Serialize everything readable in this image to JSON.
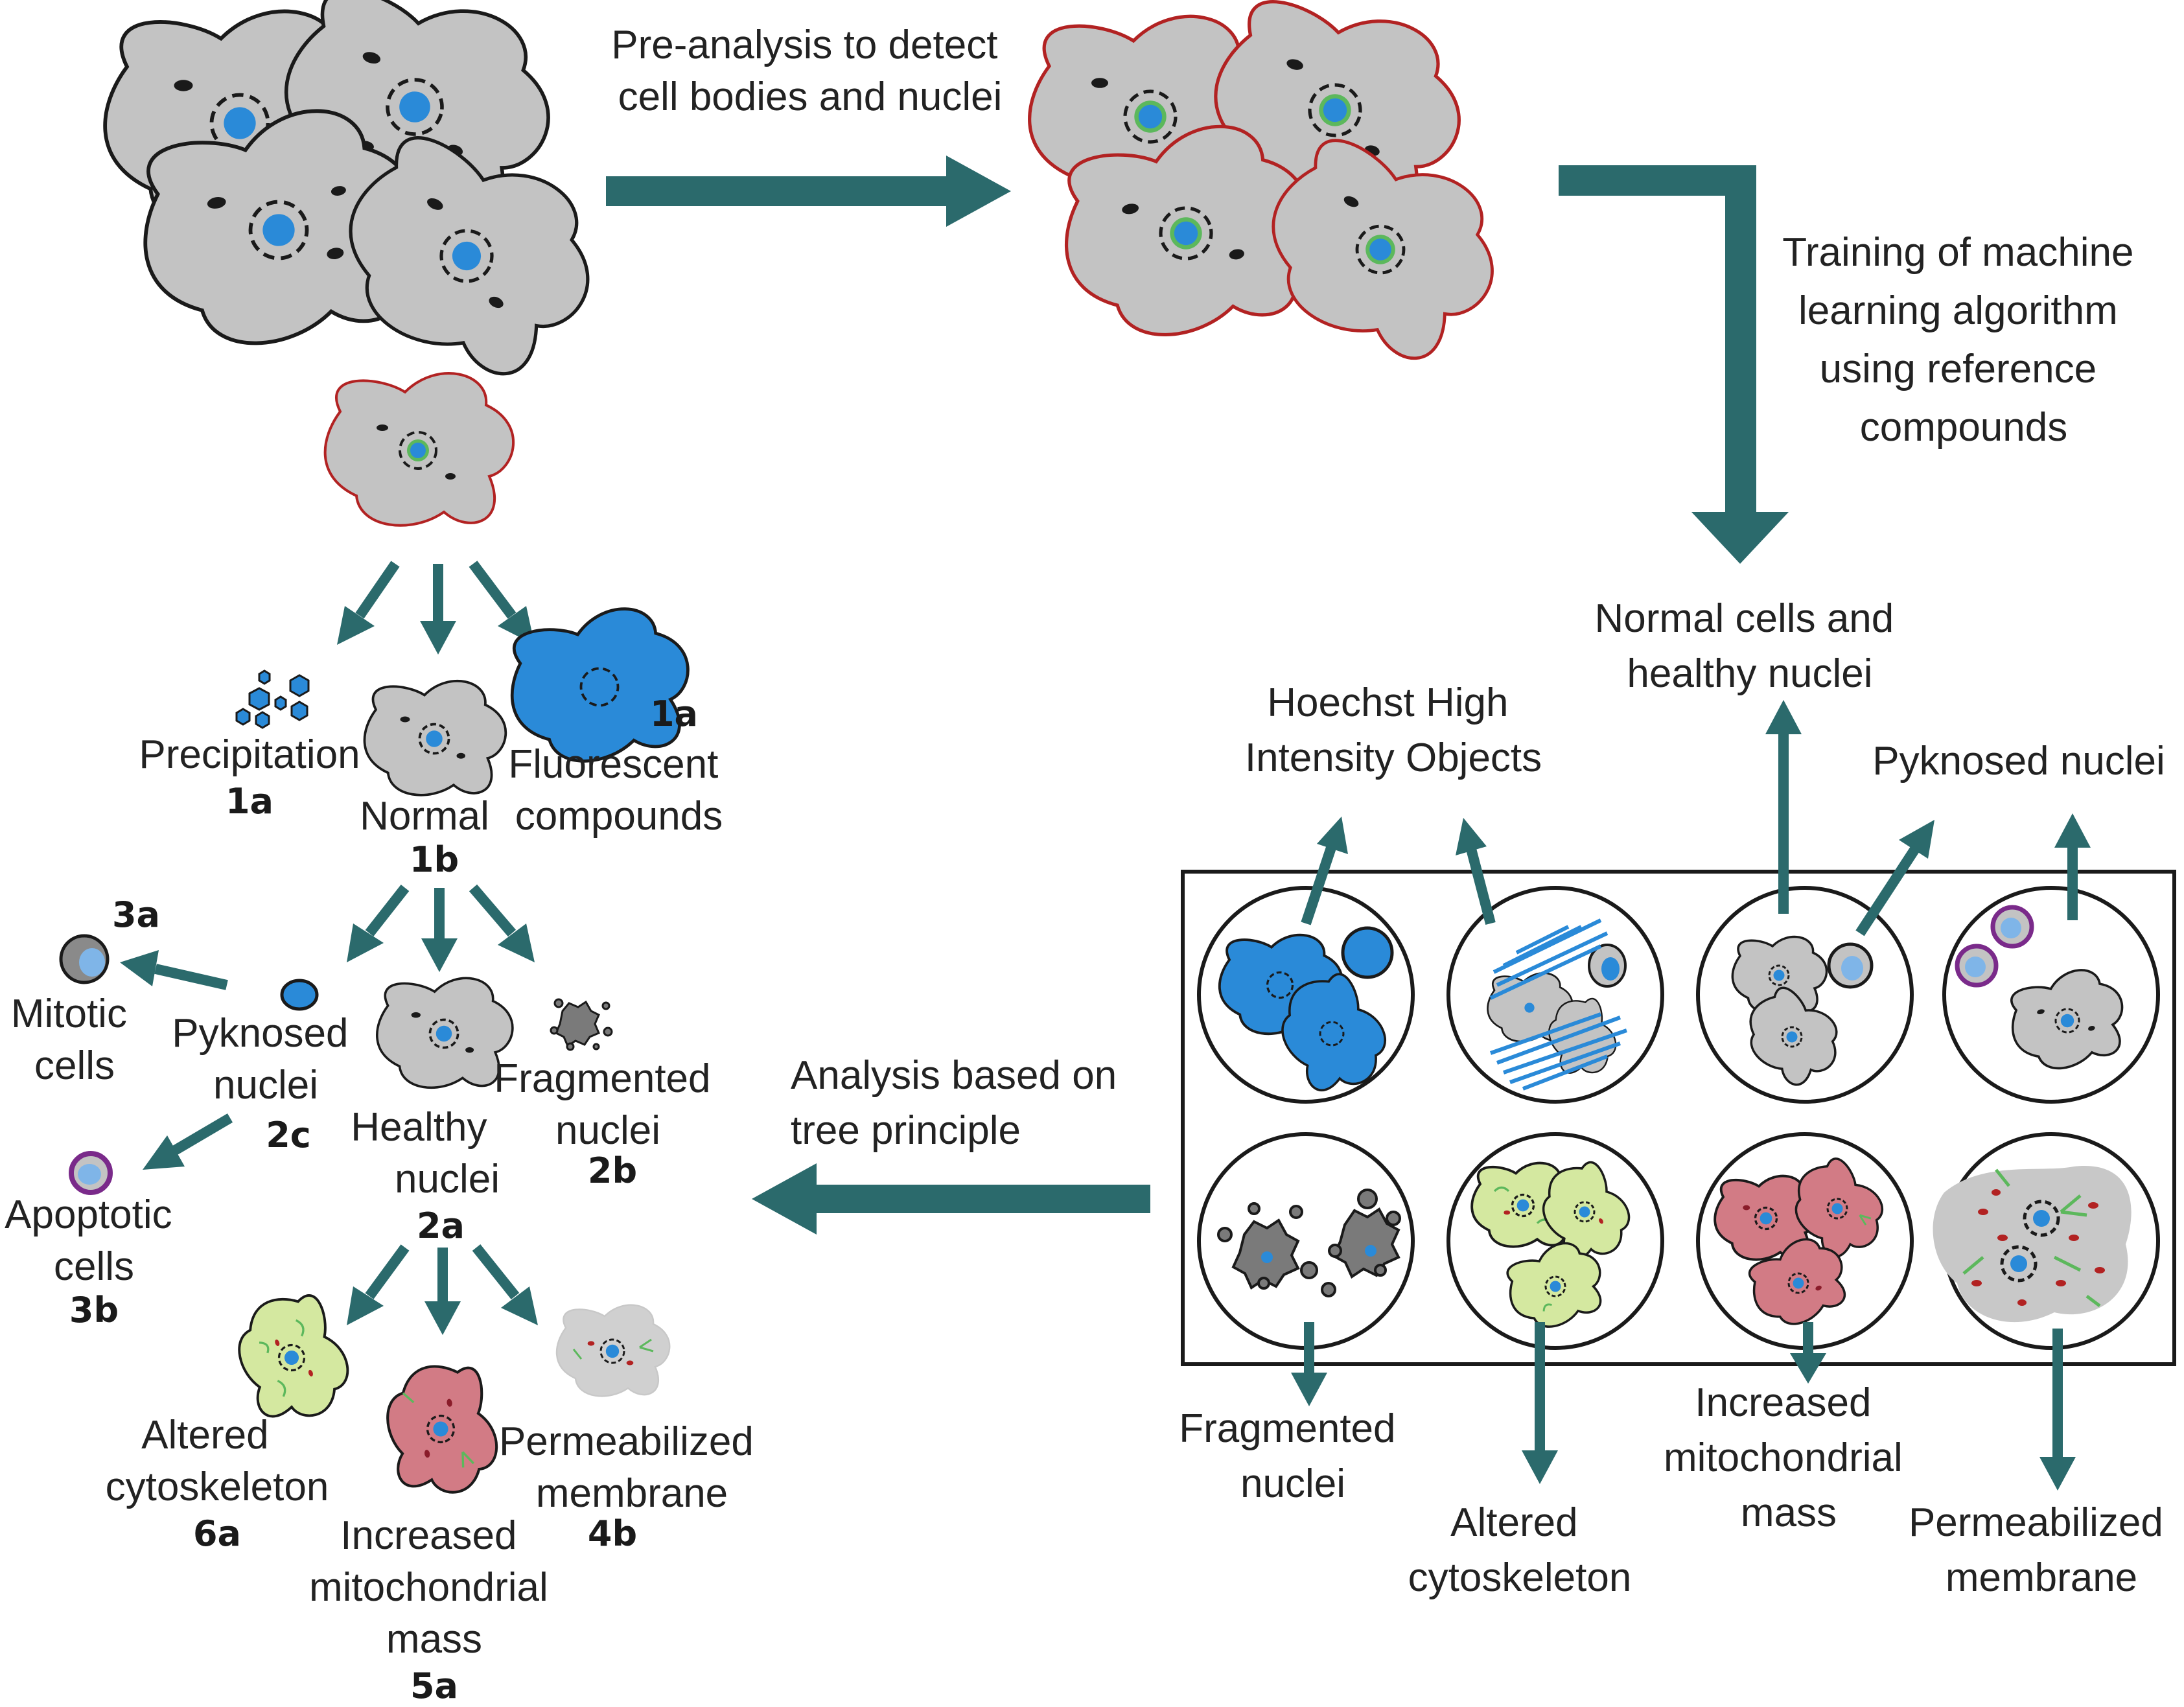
{
  "colors": {
    "arrow": "#2b6a6c",
    "cell_fill": "#c3c3c3",
    "cell_stroke": "#1a1a1a",
    "detected_stroke": "#b22222",
    "nucleus": "#2a8ad8",
    "nucleus_ring": "#5cb85c",
    "cytoskeleton_fill": "#d4e8a0",
    "mito_fill": "#d27b85",
    "apoptotic_ring": "#7a2a8a",
    "fragment": "#7a7a7a"
  },
  "top": {
    "preanalysis": [
      "Pre-analysis to detect",
      "cell bodies and nuclei"
    ],
    "training": [
      "Training of machine",
      "learning algorithm",
      "using reference",
      "compounds"
    ]
  },
  "tree": {
    "precipitation": "Precipitation",
    "precipitation_id": "1a",
    "normal": "Normal",
    "normal_id": "1b",
    "fluorescent": [
      "Fluorescent",
      "compounds"
    ],
    "fluorescent_id": "1a",
    "mitotic": [
      "Mitotic",
      "cells"
    ],
    "mitotic_id": "3a",
    "pyknosed": [
      "Pyknosed",
      "nuclei"
    ],
    "pyknosed_id": "2c",
    "apoptotic": [
      "Apoptotic",
      "cells"
    ],
    "apoptotic_id": "3b",
    "healthy": [
      "Healthy",
      "nuclei"
    ],
    "healthy_id": "2a",
    "fragmented": [
      "Fragmented",
      "nuclei"
    ],
    "fragmented_id": "2b",
    "altered": [
      "Altered",
      "cytoskeleton"
    ],
    "altered_id": "6a",
    "mito": [
      "Increased",
      "mitochondrial",
      "mass"
    ],
    "mito_id": "5a",
    "permeabilized": [
      "Permeabilized",
      "membrane"
    ],
    "permeabilized_id": "4b"
  },
  "analysis": [
    "Analysis based on",
    "tree principle"
  ],
  "plate": {
    "hoechst": [
      "Hoechst High",
      "Intensity Objects"
    ],
    "normal_cells": [
      "Normal cells and",
      "healthy nuclei"
    ],
    "pyknosed": "Pyknosed nuclei",
    "fragmented": [
      "Fragmented",
      "nuclei"
    ],
    "altered": [
      "Altered",
      "cytoskeleton"
    ],
    "mito": [
      "Increased",
      "mitochondrial",
      "mass"
    ],
    "permeabilized": [
      "Permeabilized",
      "membrane"
    ]
  }
}
